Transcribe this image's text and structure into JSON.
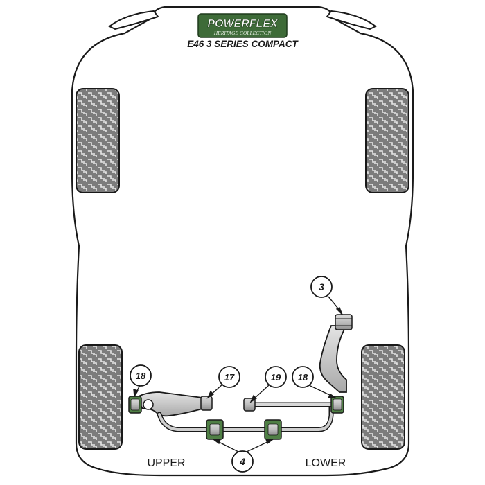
{
  "brand": {
    "logo_text": "POWERFLEX",
    "logo_subtext": "HERITAGE COLLECTION"
  },
  "title": "E46 3 SERIES COMPACT",
  "callouts": [
    "3",
    "18",
    "17",
    "19",
    "18",
    "4"
  ],
  "labels": {
    "upper": "UPPER",
    "lower": "LOWER"
  },
  "colors": {
    "outline": "#1a1a1a",
    "tyre_fill": "#8c8c8c",
    "bush_green": "#4f7f45",
    "arm_grey": "#c8c8c8",
    "logo_green": "#3e6b38"
  }
}
